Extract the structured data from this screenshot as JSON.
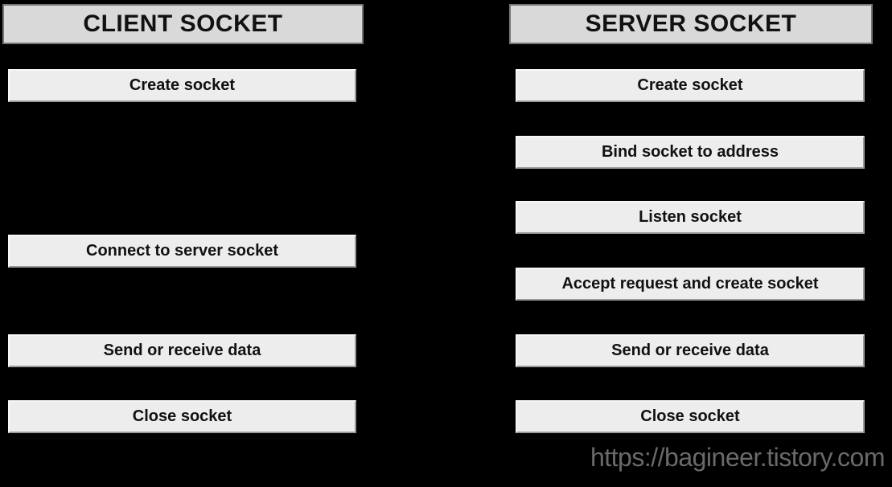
{
  "diagram": {
    "client": {
      "title": "CLIENT SOCKET",
      "steps": [
        "Create socket",
        "Connect to server socket",
        "Send or receive data",
        "Close socket"
      ]
    },
    "server": {
      "title": "SERVER SOCKET",
      "steps": [
        "Create socket",
        "Bind socket to address",
        "Listen socket",
        "Accept request and create socket",
        "Send or receive data",
        "Close socket"
      ]
    },
    "watermark": "https://bagineer.tistory.com",
    "colors": {
      "background": "#000000",
      "header_fill": "#d9d9d9",
      "header_border": "#757575",
      "box_fill": "#ededed",
      "box_text": "#111111",
      "watermark_text": "#6a6a6a"
    }
  }
}
